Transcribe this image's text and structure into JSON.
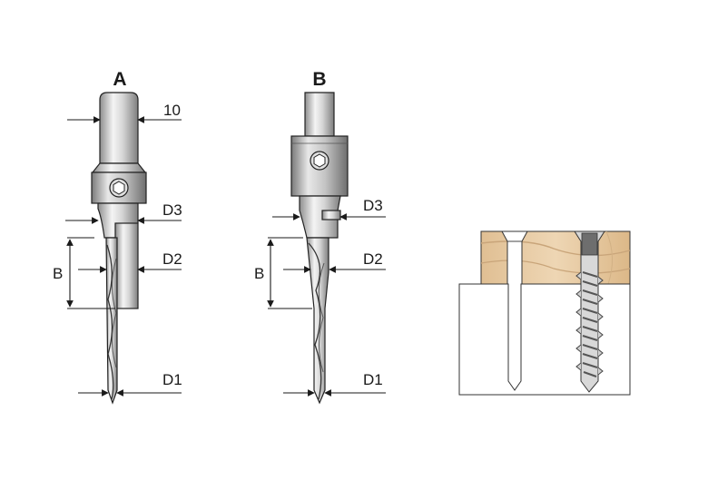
{
  "diagram": {
    "bit_a": {
      "label": "A",
      "dims": {
        "shank": "10",
        "d3": "D3",
        "d2": "D2",
        "b": "B",
        "d1": "D1"
      }
    },
    "bit_b": {
      "label": "B",
      "dims": {
        "d3": "D3",
        "d2": "D2",
        "b": "B",
        "d1": "D1"
      }
    },
    "colors": {
      "steel_dark": "#8e8e8e",
      "steel_light": "#f4f4f4",
      "wood": "#e6c9a0",
      "wood_grain": "#c9a57a"
    }
  }
}
